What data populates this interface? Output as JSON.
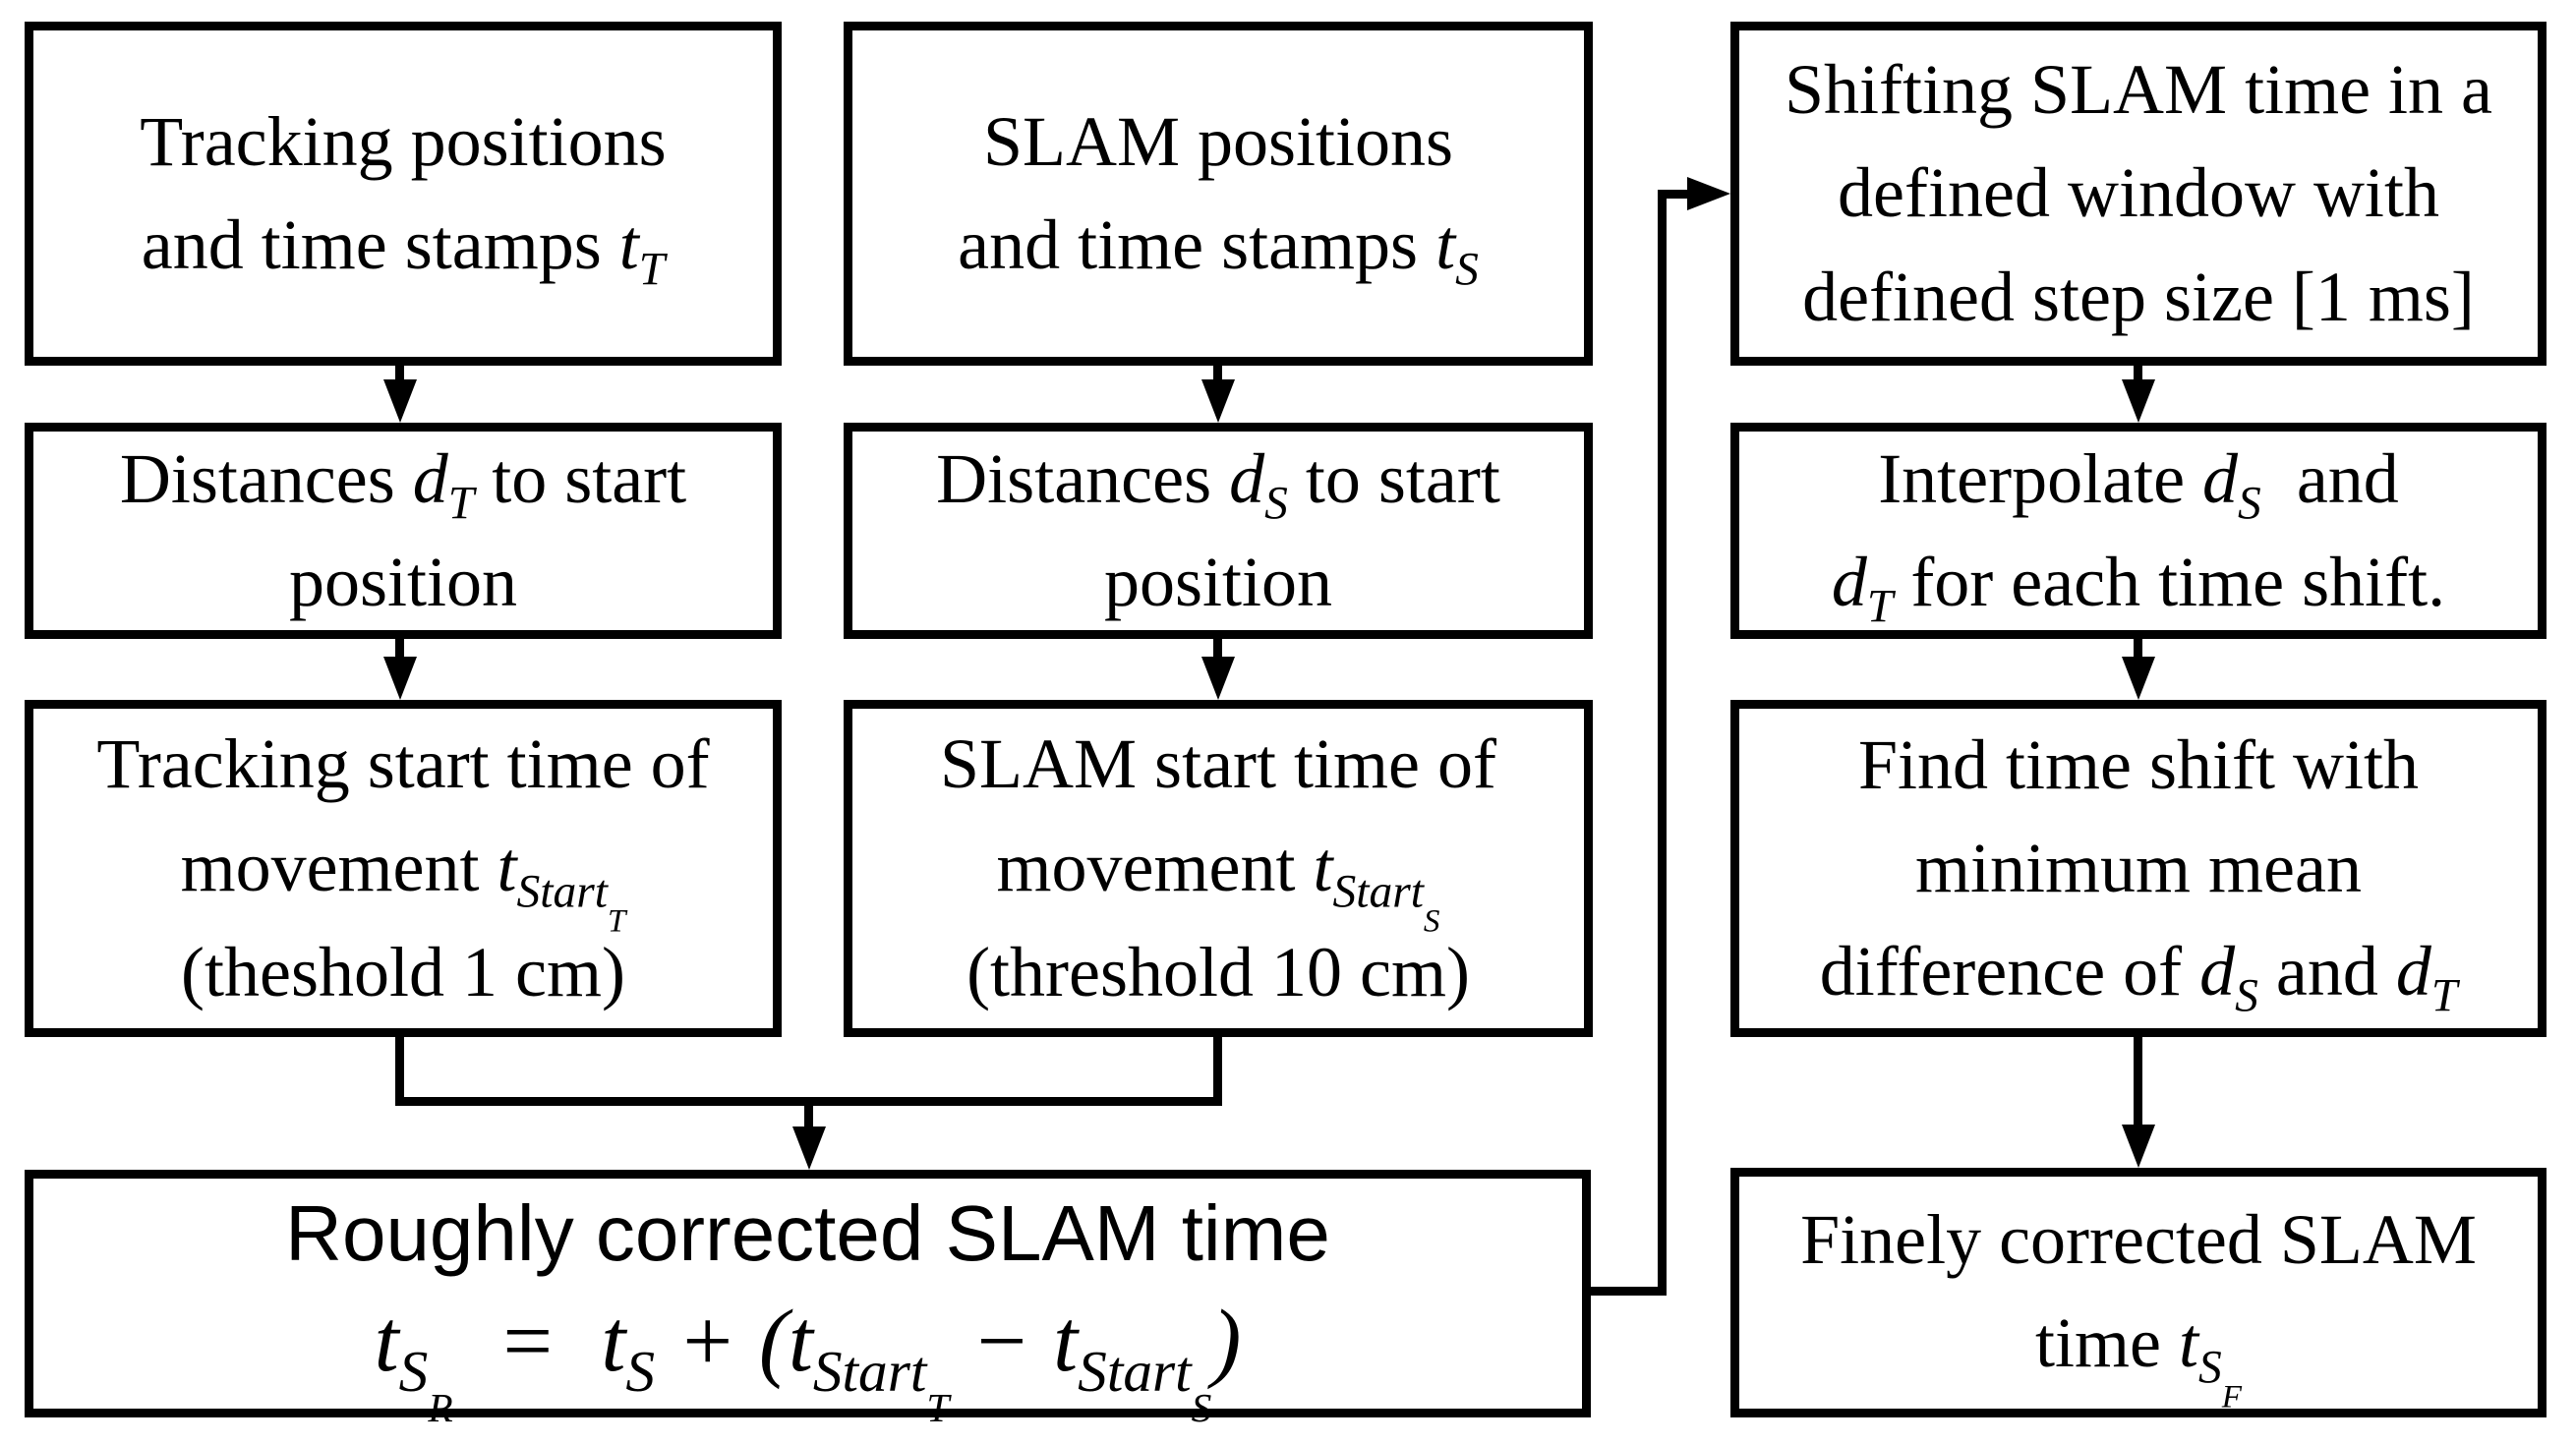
{
  "page": {
    "background_color": "#ffffff",
    "line_color": "#000000",
    "text_color": "#000000"
  },
  "boxes": {
    "tracking_positions": {
      "id": "tracking-positions",
      "lines": [
        {
          "runs": [
            {
              "t": "Tracking positions"
            }
          ]
        },
        {
          "runs": [
            {
              "t": "and time stamps "
            },
            {
              "t": "t",
              "s": "i"
            },
            {
              "t": "T",
              "s": "i",
              "l": 1
            }
          ]
        }
      ]
    },
    "slam_positions": {
      "id": "slam-positions",
      "lines": [
        {
          "runs": [
            {
              "t": "SLAM positions"
            }
          ]
        },
        {
          "runs": [
            {
              "t": "and time stamps "
            },
            {
              "t": "t",
              "s": "i"
            },
            {
              "t": "S",
              "s": "i",
              "l": 1
            }
          ]
        }
      ]
    },
    "shifting": {
      "id": "shifting-slam-time",
      "lines": [
        {
          "runs": [
            {
              "t": "Shifting SLAM time in a"
            }
          ]
        },
        {
          "runs": [
            {
              "t": "defined window with"
            }
          ]
        },
        {
          "runs": [
            {
              "t": "defined step size [1 ms]"
            }
          ]
        }
      ]
    },
    "tracking_distances": {
      "id": "tracking-distances",
      "lines": [
        {
          "runs": [
            {
              "t": "Distances "
            },
            {
              "t": "d",
              "s": "i"
            },
            {
              "t": "T",
              "s": "i",
              "l": 1
            },
            {
              "t": " to start"
            }
          ]
        },
        {
          "runs": [
            {
              "t": "position"
            }
          ]
        }
      ]
    },
    "slam_distances": {
      "id": "slam-distances",
      "lines": [
        {
          "runs": [
            {
              "t": "Distances "
            },
            {
              "t": "d",
              "s": "i"
            },
            {
              "t": "S",
              "s": "i",
              "l": 1
            },
            {
              "t": " to start"
            }
          ]
        },
        {
          "runs": [
            {
              "t": "position"
            }
          ]
        }
      ]
    },
    "interpolate": {
      "id": "interpolate",
      "lines": [
        {
          "runs": [
            {
              "t": "Interpolate "
            },
            {
              "t": "d",
              "s": "i"
            },
            {
              "t": "S",
              "s": "i",
              "l": 1
            },
            {
              "t": " and"
            }
          ]
        },
        {
          "runs": [
            {
              "t": "d",
              "s": "i"
            },
            {
              "t": "T",
              "s": "i",
              "l": 1
            },
            {
              "t": " for each time shift."
            }
          ]
        }
      ]
    },
    "tracking_start": {
      "id": "tracking-start-time",
      "lines": [
        {
          "runs": [
            {
              "t": "Tracking start time of"
            }
          ]
        },
        {
          "runs": [
            {
              "t": "movement "
            },
            {
              "t": "t",
              "s": "i"
            },
            {
              "t": "Start",
              "s": "i",
              "l": 1
            },
            {
              "t": "T",
              "s": "i",
              "l": 2
            }
          ]
        },
        {
          "runs": [
            {
              "t": "(theshold 1 cm)"
            }
          ]
        }
      ]
    },
    "slam_start": {
      "id": "slam-start-time",
      "lines": [
        {
          "runs": [
            {
              "t": "SLAM start time of"
            }
          ]
        },
        {
          "runs": [
            {
              "t": "movement "
            },
            {
              "t": "t",
              "s": "i"
            },
            {
              "t": "Start",
              "s": "i",
              "l": 1
            },
            {
              "t": "S",
              "s": "i",
              "l": 2
            }
          ]
        },
        {
          "runs": [
            {
              "t": "(threshold 10 cm)"
            }
          ]
        }
      ]
    },
    "find_shift": {
      "id": "find-time-shift",
      "lines": [
        {
          "runs": [
            {
              "t": "Find time shift with"
            }
          ]
        },
        {
          "runs": [
            {
              "t": "minimum mean"
            }
          ]
        },
        {
          "runs": [
            {
              "t": "difference of "
            },
            {
              "t": "d",
              "s": "i"
            },
            {
              "t": "S",
              "s": "i",
              "l": 1
            },
            {
              "t": " and "
            },
            {
              "t": "d",
              "s": "i"
            },
            {
              "t": "T",
              "s": "i",
              "l": 1
            }
          ]
        }
      ]
    },
    "rough_time": {
      "id": "roughly-corrected-slam-time",
      "lines": [
        {
          "cls": "sans",
          "runs": [
            {
              "t": "Roughly corrected SLAM time"
            }
          ]
        },
        {
          "cls": "math",
          "runs": [
            {
              "t": "t",
              "s": "i"
            },
            {
              "t": "S",
              "s": "i",
              "l": 1
            },
            {
              "t": "R",
              "s": "i",
              "l": 2
            },
            {
              "t": " = ",
              "s": "i"
            },
            {
              "t": "t",
              "s": "i"
            },
            {
              "t": "S",
              "s": "i",
              "l": 1
            },
            {
              "t": " + (",
              "s": "i"
            },
            {
              "t": "t",
              "s": "i"
            },
            {
              "t": "Start",
              "s": "i",
              "l": 1
            },
            {
              "t": "T",
              "s": "i",
              "l": 2
            },
            {
              "t": " − ",
              "s": "i"
            },
            {
              "t": "t",
              "s": "i"
            },
            {
              "t": "Start",
              "s": "i",
              "l": 1
            },
            {
              "t": "S",
              "s": "i",
              "l": 2
            },
            {
              "t": ")",
              "s": "i"
            }
          ]
        }
      ]
    },
    "fine_time": {
      "id": "finely-corrected-slam-time",
      "lines": [
        {
          "runs": [
            {
              "t": "Finely corrected SLAM"
            }
          ]
        },
        {
          "runs": [
            {
              "t": "time "
            },
            {
              "t": "t",
              "s": "i"
            },
            {
              "t": "S",
              "s": "i",
              "l": 1
            },
            {
              "t": "F",
              "s": "i",
              "l": 2
            }
          ]
        }
      ]
    }
  },
  "edges": [
    {
      "from": "tracking-positions",
      "to": "tracking-distances"
    },
    {
      "from": "tracking-distances",
      "to": "tracking-start-time"
    },
    {
      "from": "slam-positions",
      "to": "slam-distances"
    },
    {
      "from": "slam-distances",
      "to": "slam-start-time"
    },
    {
      "from": "tracking-start-time",
      "to": "roughly-corrected-slam-time"
    },
    {
      "from": "slam-start-time",
      "to": "roughly-corrected-slam-time"
    },
    {
      "from": "roughly-corrected-slam-time",
      "to": "shifting-slam-time"
    },
    {
      "from": "shifting-slam-time",
      "to": "interpolate"
    },
    {
      "from": "interpolate",
      "to": "find-time-shift"
    },
    {
      "from": "find-time-shift",
      "to": "finely-corrected-slam-time"
    }
  ]
}
